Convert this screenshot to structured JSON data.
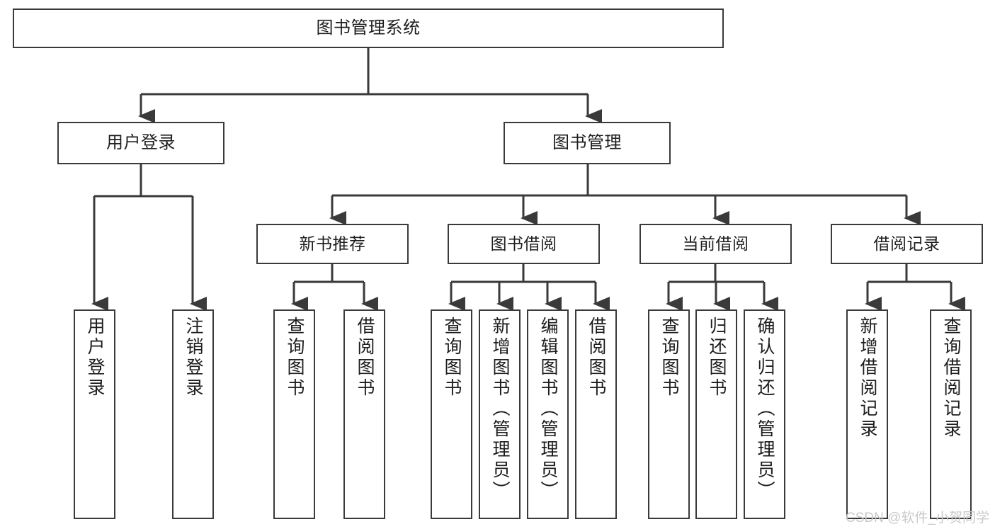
{
  "diagram": {
    "type": "tree",
    "title": "图书管理系统",
    "style": {
      "box_border_color": "#3a3a3a",
      "box_fill_color": "#ffffff",
      "edge_color": "#3a3a3a",
      "text_color": "#1d1d1d",
      "background": "#ffffff"
    },
    "root": {
      "label": "图书管理系统"
    },
    "level2": [
      {
        "label": "用户登录"
      },
      {
        "label": "图书管理"
      }
    ],
    "level3": [
      {
        "label": "新书推荐"
      },
      {
        "label": "图书借阅"
      },
      {
        "label": "当前借阅"
      },
      {
        "label": "借阅记录"
      }
    ],
    "leaves": {
      "user_login": [
        {
          "label": "用户登录"
        },
        {
          "label": "注销登录"
        }
      ],
      "new_book_recommend": [
        {
          "label": "查询图书"
        },
        {
          "label": "借阅图书"
        }
      ],
      "book_borrow": [
        {
          "label": "查询图书"
        },
        {
          "label": "新增图书（管理员）"
        },
        {
          "label": "编辑图书（管理员）"
        },
        {
          "label": "借阅图书"
        }
      ],
      "current_borrow": [
        {
          "label": "查询图书"
        },
        {
          "label": "归还图书"
        },
        {
          "label": "确认归还（管理员）"
        }
      ],
      "borrow_record": [
        {
          "label": "新增借阅记录"
        },
        {
          "label": "查询借阅记录"
        }
      ]
    }
  },
  "watermark": {
    "text": "CSDN @软件_小贺同学"
  }
}
